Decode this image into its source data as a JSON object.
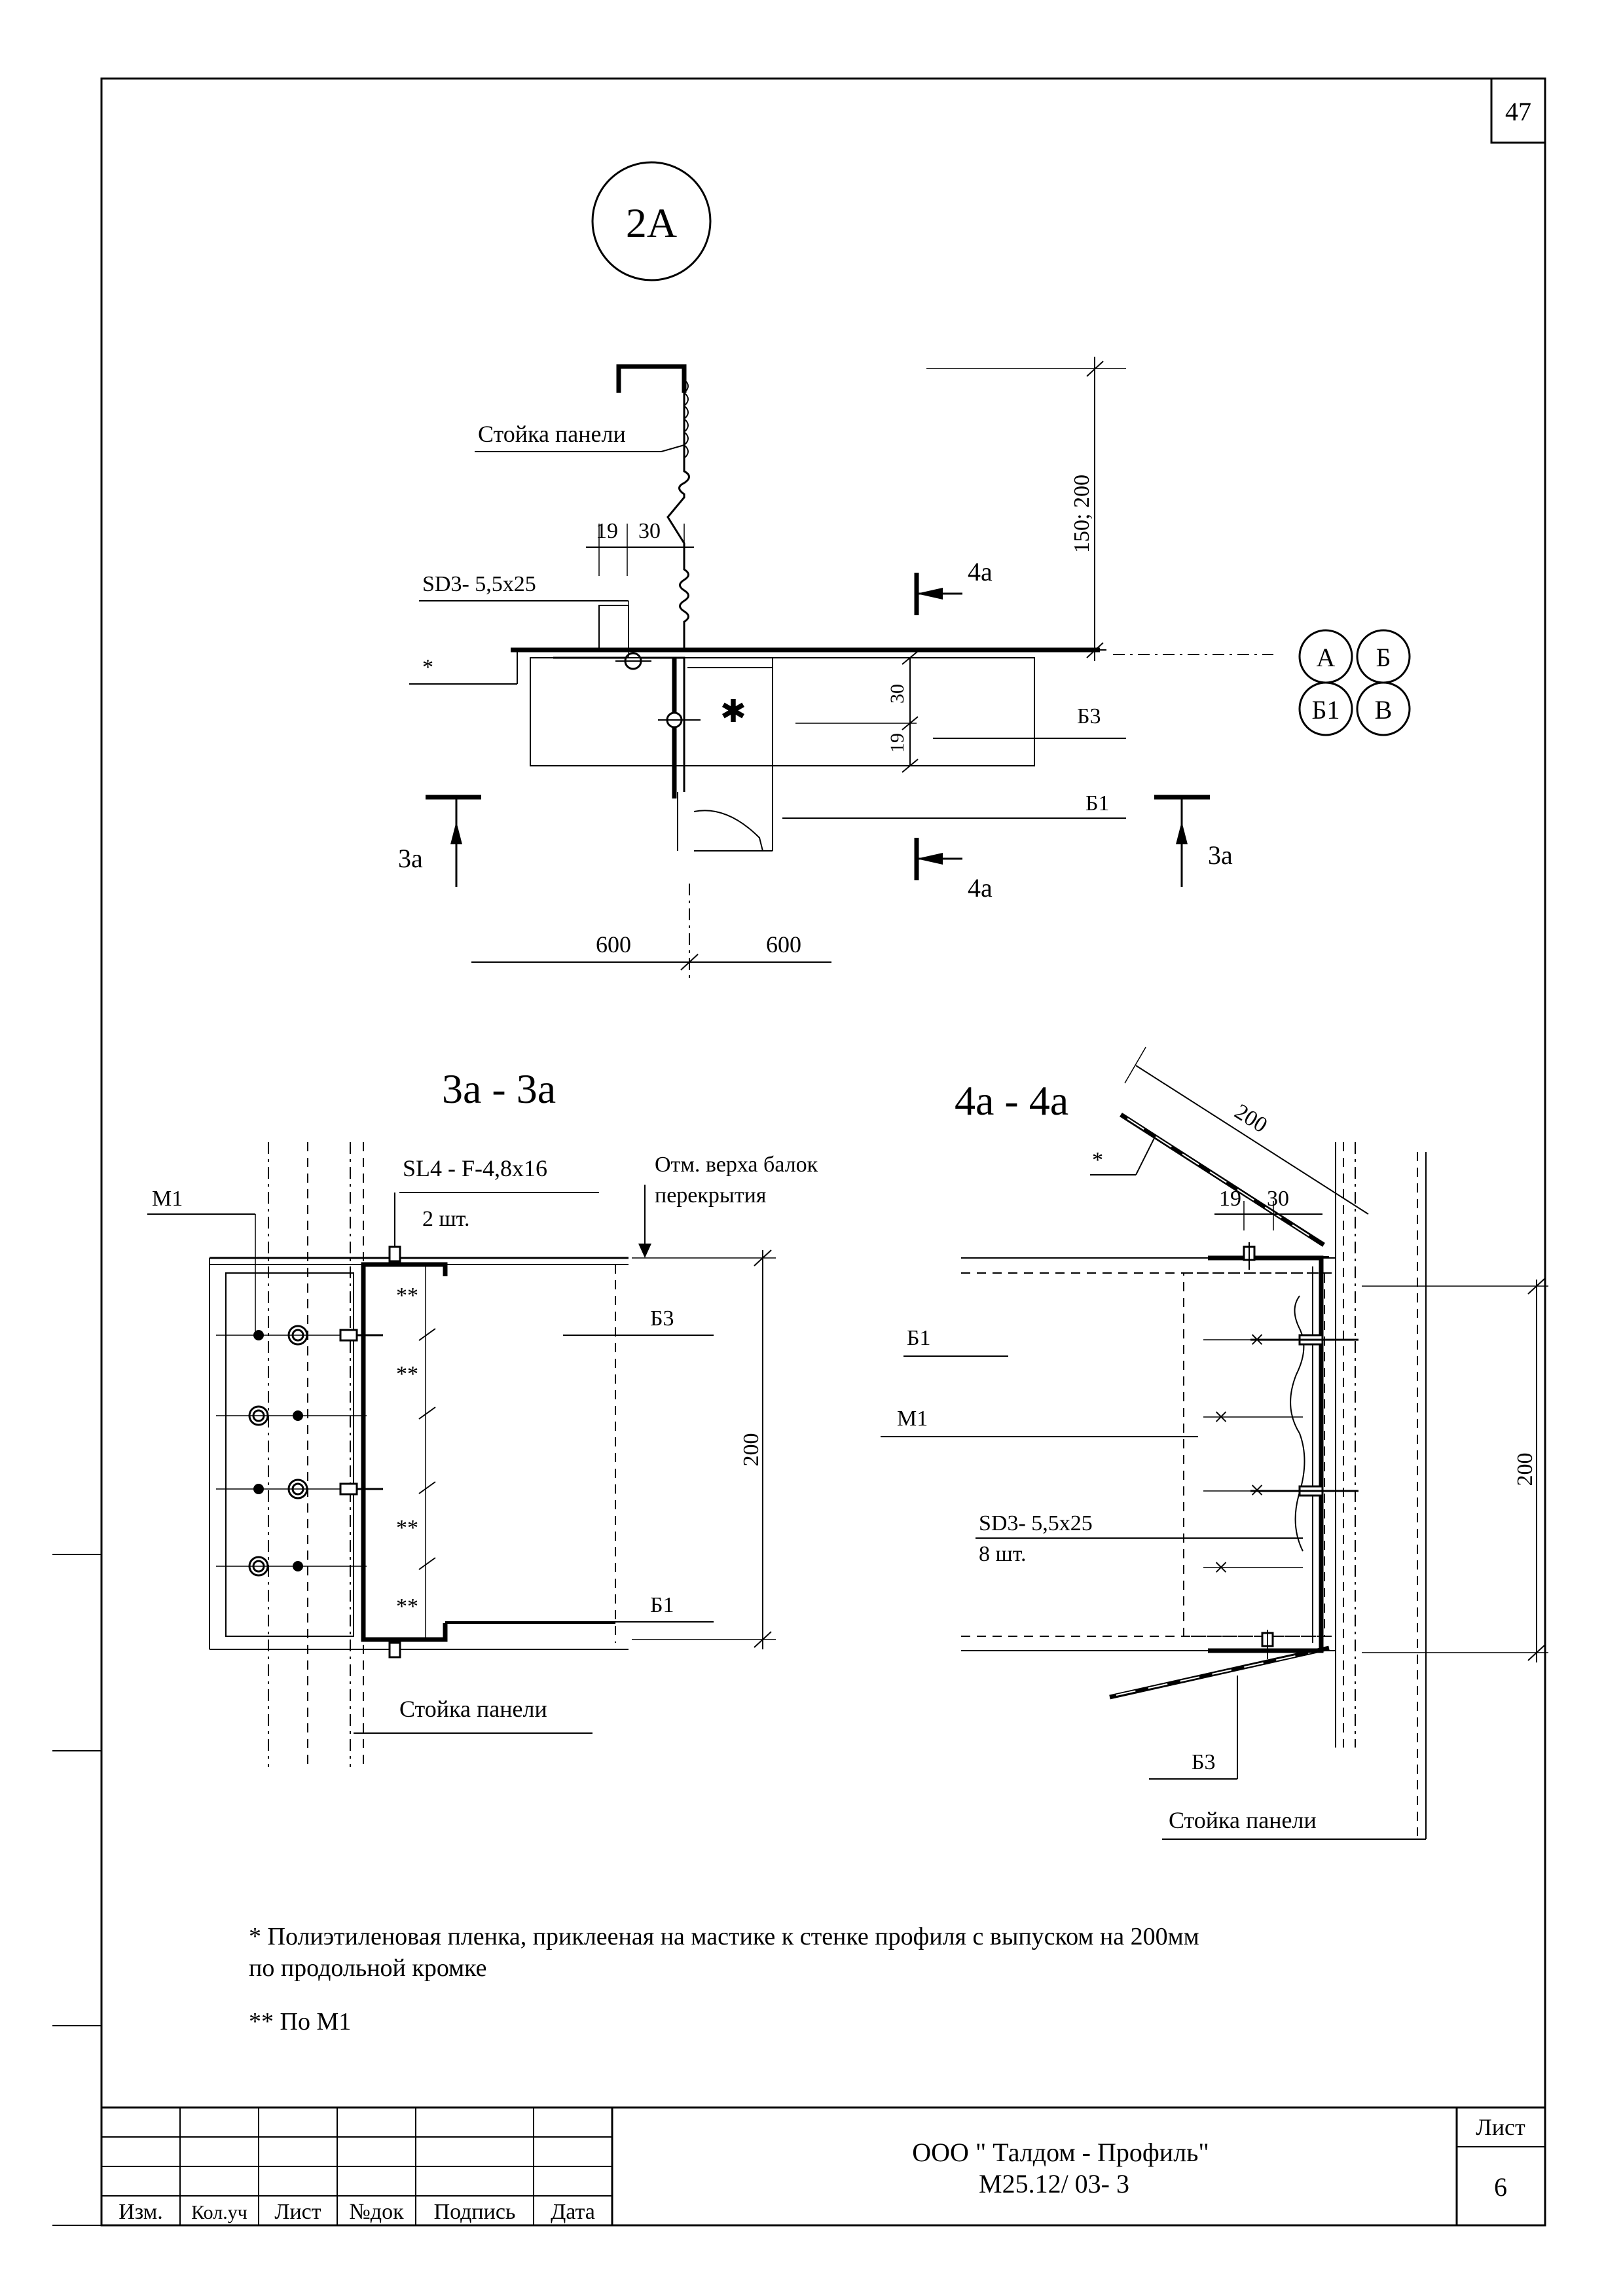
{
  "sheet": {
    "page_number": "47",
    "node_label": "2А"
  },
  "plan": {
    "label_stoyka": "Стойка  панели",
    "label_screw": "SD3- 5,5x25",
    "dim_19": "19",
    "dim_30": "30",
    "dim_height": "150; 200",
    "dim_30_vert": "30",
    "dim_19_vert": "19",
    "label_b3": "Б3",
    "label_b1": "Б1",
    "asterisk": "*",
    "star_mark": "✱",
    "section_3a_left": "3а",
    "section_3a_right": "3а",
    "section_4a_top": "4а",
    "section_4a_bottom": "4а",
    "dim_600_left": "600",
    "dim_600_right": "600",
    "axes": [
      "А",
      "Б",
      "Б1",
      "В"
    ]
  },
  "section3": {
    "title": "3а  -  3а",
    "label_m1": "М1",
    "label_sl4": "SL4 - F-4,8x16",
    "label_qty": "2 шт.",
    "label_otm_1": "Отм. верха балок",
    "label_otm_2": "перекрытия",
    "label_b3": "Б3",
    "label_b1": "Б1",
    "dim_200": "200",
    "label_stoyka": "Стойка  панели",
    "double_star": "**"
  },
  "section4": {
    "title": "4а -  4а",
    "dim_200_diag": "200",
    "asterisk": "*",
    "dim_19": "19",
    "dim_30": "30",
    "label_b1": "Б1",
    "label_m1": "М1",
    "label_screw": "SD3- 5,5x25",
    "label_qty": "8 шт.",
    "dim_200": "200",
    "label_b3": "Б3",
    "label_stoyka": "Стойка  панели"
  },
  "notes": {
    "note1_line1": "* Полиэтиленовая пленка, приклееная на мастике к стенке профиля с выпуском на 200мм",
    "note1_line2": "по  продольной кромке",
    "note2": "** По М1"
  },
  "title_block": {
    "col_izm": "Изм.",
    "col_kol": "Кол.уч",
    "col_list": "Лист",
    "col_ndok": "№док",
    "col_podpis": "Подпись",
    "col_data": "Дата",
    "company": "ООО \" Талдом - Профиль\"",
    "doc_code": "М25.12/ 03- 3",
    "sheet_label": "Лист",
    "sheet_number": "6"
  }
}
